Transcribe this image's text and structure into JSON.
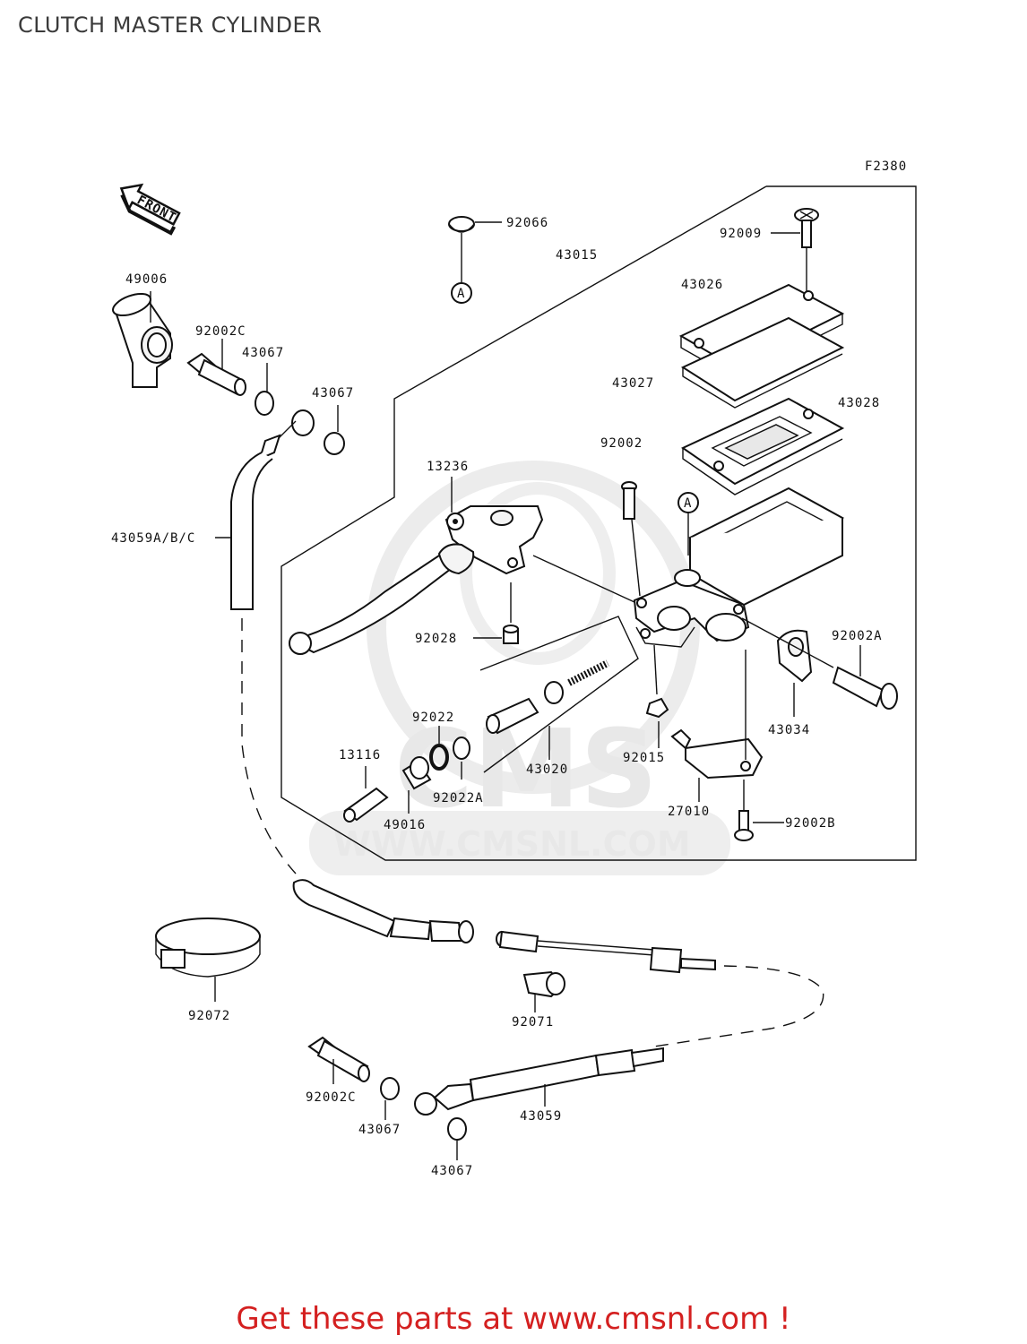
{
  "title": "CLUTCH MASTER CYLINDER",
  "figure_code": "F2380",
  "front_label": "FRONT",
  "ref_marker": "A",
  "watermark": {
    "logo_text": "CMS",
    "url_text": "WWW.CMSNL.COM"
  },
  "callout": "Get these parts at www.cmsnl.com !",
  "parts": [
    {
      "id": "p1",
      "number": "92066"
    },
    {
      "id": "p2",
      "number": "43015"
    },
    {
      "id": "p3",
      "number": "92009"
    },
    {
      "id": "p4",
      "number": "43026"
    },
    {
      "id": "p5",
      "number": "43027"
    },
    {
      "id": "p6",
      "number": "43028"
    },
    {
      "id": "p7",
      "number": "49006"
    },
    {
      "id": "p8",
      "number": "92002C"
    },
    {
      "id": "p9",
      "number": "43067"
    },
    {
      "id": "p10",
      "number": "43067"
    },
    {
      "id": "p11",
      "number": "13236"
    },
    {
      "id": "p12",
      "number": "92002"
    },
    {
      "id": "p13",
      "number": "43059A/B/C"
    },
    {
      "id": "p14",
      "number": "92028"
    },
    {
      "id": "p15",
      "number": "92002A"
    },
    {
      "id": "p16",
      "number": "43034"
    },
    {
      "id": "p17",
      "number": "92022"
    },
    {
      "id": "p18",
      "number": "13116"
    },
    {
      "id": "p19",
      "number": "92022A"
    },
    {
      "id": "p20",
      "number": "43020"
    },
    {
      "id": "p21",
      "number": "92015"
    },
    {
      "id": "p22",
      "number": "49016"
    },
    {
      "id": "p23",
      "number": "27010"
    },
    {
      "id": "p24",
      "number": "92002B"
    },
    {
      "id": "p25",
      "number": "92072"
    },
    {
      "id": "p26",
      "number": "92071"
    },
    {
      "id": "p27",
      "number": "92002C"
    },
    {
      "id": "p28",
      "number": "43059"
    },
    {
      "id": "p29",
      "number": "43067"
    },
    {
      "id": "p30",
      "number": "43067"
    }
  ]
}
